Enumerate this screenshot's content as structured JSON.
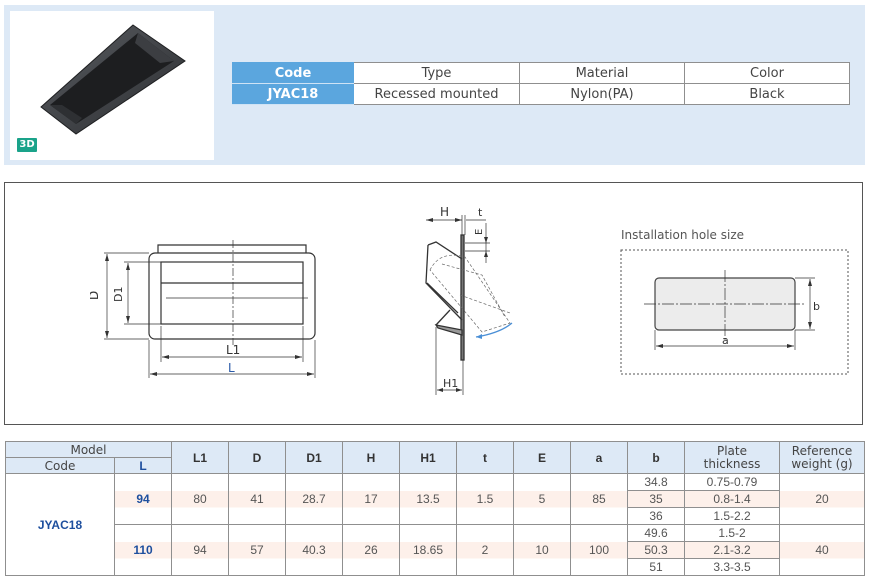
{
  "product": {
    "image_alt": "Black recessed handle 3D render",
    "badge_3d": "3D",
    "spec_table": {
      "headers": [
        "Code",
        "Type",
        "Material",
        "Color"
      ],
      "values": [
        "JYAC18",
        "Recessed mounted",
        "Nylon(PA)",
        "Black"
      ]
    }
  },
  "drawing": {
    "front_view_labels": {
      "D": "D",
      "D1": "D1",
      "L1": "L1",
      "L": "L"
    },
    "side_view_labels": {
      "H": "H",
      "t": "t",
      "E": "E",
      "H1": "H1"
    },
    "installation": {
      "title": "Installation hole size",
      "a": "a",
      "b": "b"
    }
  },
  "dimensions_table": {
    "headers": {
      "model": "Model",
      "code": "Code",
      "L": "L",
      "L1": "L1",
      "D": "D",
      "D1": "D1",
      "H": "H",
      "H1": "H1",
      "t": "t",
      "E": "E",
      "a": "a",
      "b": "b",
      "plate_thickness_1": "Plate",
      "plate_thickness_2": "thickness",
      "weight_1": "Reference",
      "weight_2": "weight (g)"
    },
    "code": "JYAC18",
    "rows": [
      {
        "L": "94",
        "L1": "80",
        "D": "41",
        "D1": "28.7",
        "H": "17",
        "H1": "13.5",
        "t": "1.5",
        "E": "5",
        "a": "85",
        "b": [
          "34.8",
          "35",
          "36"
        ],
        "plate": [
          "0.75-0.79",
          "0.8-1.4",
          "1.5-2.2"
        ],
        "weight": "20"
      },
      {
        "L": "110",
        "L1": "94",
        "D": "57",
        "D1": "40.3",
        "H": "26",
        "H1": "18.65",
        "t": "2",
        "E": "10",
        "a": "100",
        "b": [
          "49.6",
          "50.3",
          "51"
        ],
        "plate": [
          "1.5-2",
          "2.1-3.2",
          "3.3-3.5"
        ],
        "weight": "40"
      }
    ]
  },
  "colors": {
    "code_header_bg": "#5ba6de",
    "band_bg": "#dde9f6",
    "badge_green": "#1aa38a",
    "value_blue": "#1e4f9e",
    "row_highlight": "#fdf0ea"
  }
}
